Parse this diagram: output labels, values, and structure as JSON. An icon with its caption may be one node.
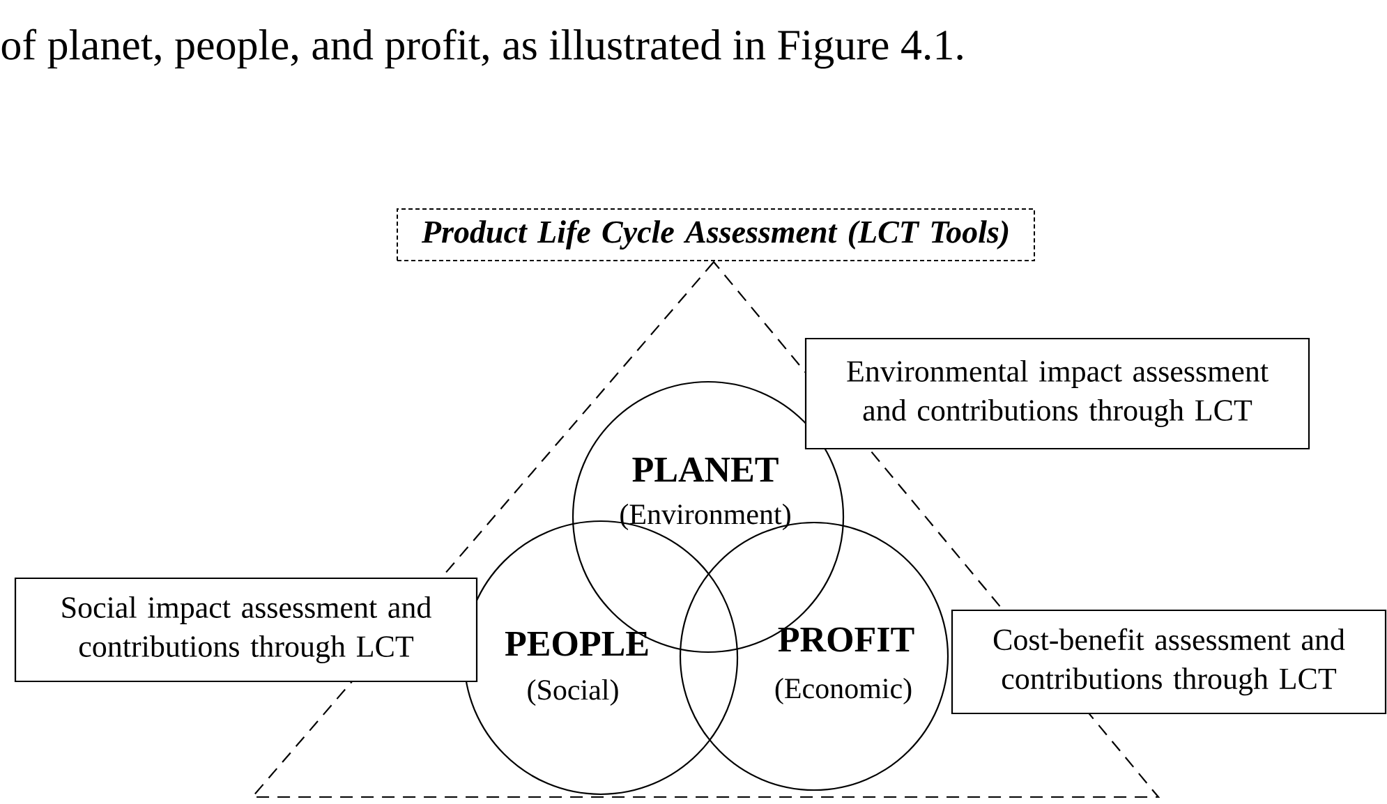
{
  "diagram": {
    "nodes": [
      {
        "text": [
          "Product Life Cycle Assessment (LCT Tools)"
        ]
      },
      {
        "text": [],
        "shape": "triangle"
      },
      {
        "text": [
          "PLANET",
          "(Environment)"
        ],
        "in": 1
      },
      {
        "text": [
          "PEOPLE",
          "(Social)"
        ],
        "in": 1
      },
      {
        "text": [
          "PROFIT",
          "(Economic)"
        ],
        "in": 1
      },
      {
        "text": [
          "Environmental impact assessment and contributions through LCT"
        ]
      },
      {
        "text": [
          "Social impact assessment and contributions through LCT"
        ]
      },
      {
        "text": [
          "Cost-benefit assessment and contributions through LCT"
        ]
      }
    ],
    "labels": [
      "of planet, people, and profit, as illustrated in Figure 4.1."
    ]
  }
}
